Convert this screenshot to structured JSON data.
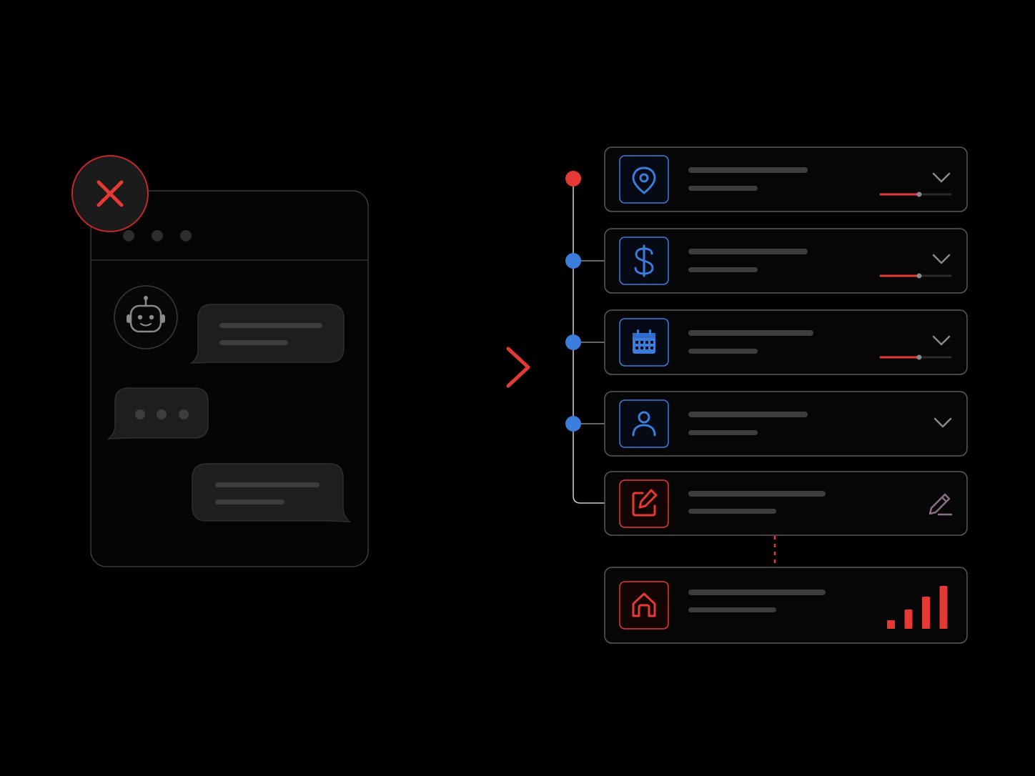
{
  "colors": {
    "background": "#000000",
    "accent_red": "#e53935",
    "accent_blue": "#3b7ddd",
    "card_border": "#5a5a5a",
    "placeholder_bar": "#3d3d3d",
    "chat_bubble": "#1e1e1e",
    "muted_purple": "#8a6f86"
  },
  "chat_window": {
    "status_icon": "close-x-icon",
    "avatar_icon": "robot-icon",
    "messages": [
      {
        "side": "left",
        "kind": "text"
      },
      {
        "side": "left",
        "kind": "typing"
      },
      {
        "side": "right",
        "kind": "text"
      }
    ]
  },
  "flow_arrow_icon": "arrow-right-icon",
  "structured_steps": [
    {
      "icon": "map-pin-icon",
      "accent": "blue",
      "timeline_dot": "red",
      "trailing": "chevron-down-icon",
      "progress": 0.55
    },
    {
      "icon": "dollar-icon",
      "accent": "blue",
      "timeline_dot": "blue",
      "trailing": "chevron-down-icon",
      "progress": 0.55
    },
    {
      "icon": "calendar-icon",
      "accent": "blue",
      "timeline_dot": "blue",
      "trailing": "chevron-down-icon",
      "progress": 0.55
    },
    {
      "icon": "user-icon",
      "accent": "blue",
      "timeline_dot": "blue",
      "trailing": "chevron-down-icon"
    },
    {
      "icon": "edit-icon",
      "accent": "red",
      "trailing": "pencil-icon"
    },
    {
      "icon": "home-icon",
      "accent": "red",
      "trailing": "signal-bars-icon",
      "signal_levels": [
        0.2,
        0.45,
        0.75,
        1.0
      ]
    }
  ]
}
